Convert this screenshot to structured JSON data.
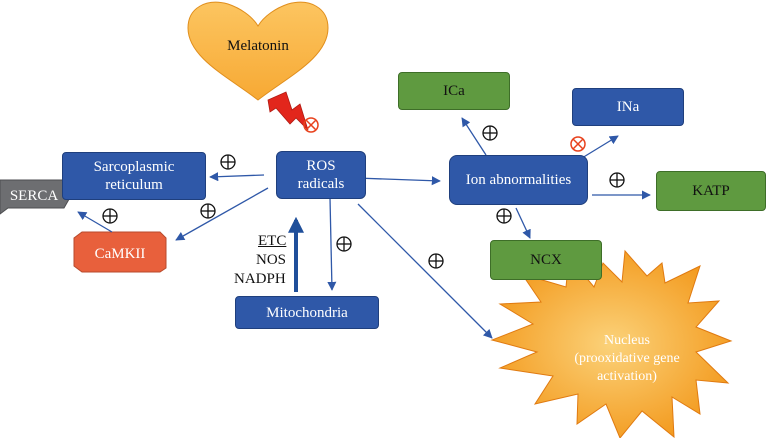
{
  "nodes": {
    "melatonin": "Melatonin",
    "ros": [
      "ROS",
      "radicals"
    ],
    "sarcoplasmic": [
      "Sarcoplasmic",
      "reticulum"
    ],
    "serca": "SERCA",
    "camkii": "CaMKII",
    "mitochondria": "Mitochondria",
    "ion": "Ion abnormalities",
    "ica": "ICa",
    "ina": "INa",
    "katp": "KATP",
    "ncx": "NCX",
    "nucleus": [
      "Nucleus",
      "(prooxidative gene",
      "activation)"
    ]
  },
  "sources": {
    "etc": "ETC",
    "nos": "NOS",
    "nadph": "NADPH"
  },
  "colors": {
    "blue_box": "#2f58a8",
    "green_box": "#5f9a40",
    "heart": "#fbb040",
    "camkii": "#e8603c",
    "star": "#f7941d",
    "serca": "#6d6e71",
    "arrow": "#2f58a8",
    "bolt": "#e2261c",
    "inhibit": "#e8411c"
  },
  "icons": {
    "stimulate": "circled-plus-icon",
    "inhibit": "circled-times-icon",
    "lightning": "lightning-bolt-icon"
  }
}
